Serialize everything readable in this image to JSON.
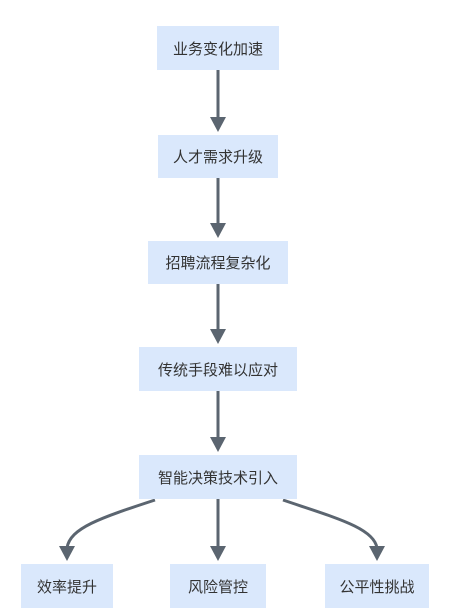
{
  "diagram": {
    "nodes": [
      {
        "id": "n1",
        "label": "业务变化加速"
      },
      {
        "id": "n2",
        "label": "人才需求升级"
      },
      {
        "id": "n3",
        "label": "招聘流程复杂化"
      },
      {
        "id": "n4",
        "label": "传统手段难以应对"
      },
      {
        "id": "n5",
        "label": "智能决策技术引入"
      },
      {
        "id": "n6",
        "label": "效率提升"
      },
      {
        "id": "n7",
        "label": "风险管控"
      },
      {
        "id": "n8",
        "label": "公平性挑战"
      }
    ],
    "edges": [
      {
        "from": "n1",
        "to": "n2"
      },
      {
        "from": "n2",
        "to": "n3"
      },
      {
        "from": "n3",
        "to": "n4"
      },
      {
        "from": "n4",
        "to": "n5"
      },
      {
        "from": "n5",
        "to": "n6"
      },
      {
        "from": "n5",
        "to": "n7"
      },
      {
        "from": "n5",
        "to": "n8"
      }
    ],
    "colors": {
      "node_fill": "#dae8fc",
      "node_text": "#333333",
      "edge": "#5b6570"
    }
  }
}
